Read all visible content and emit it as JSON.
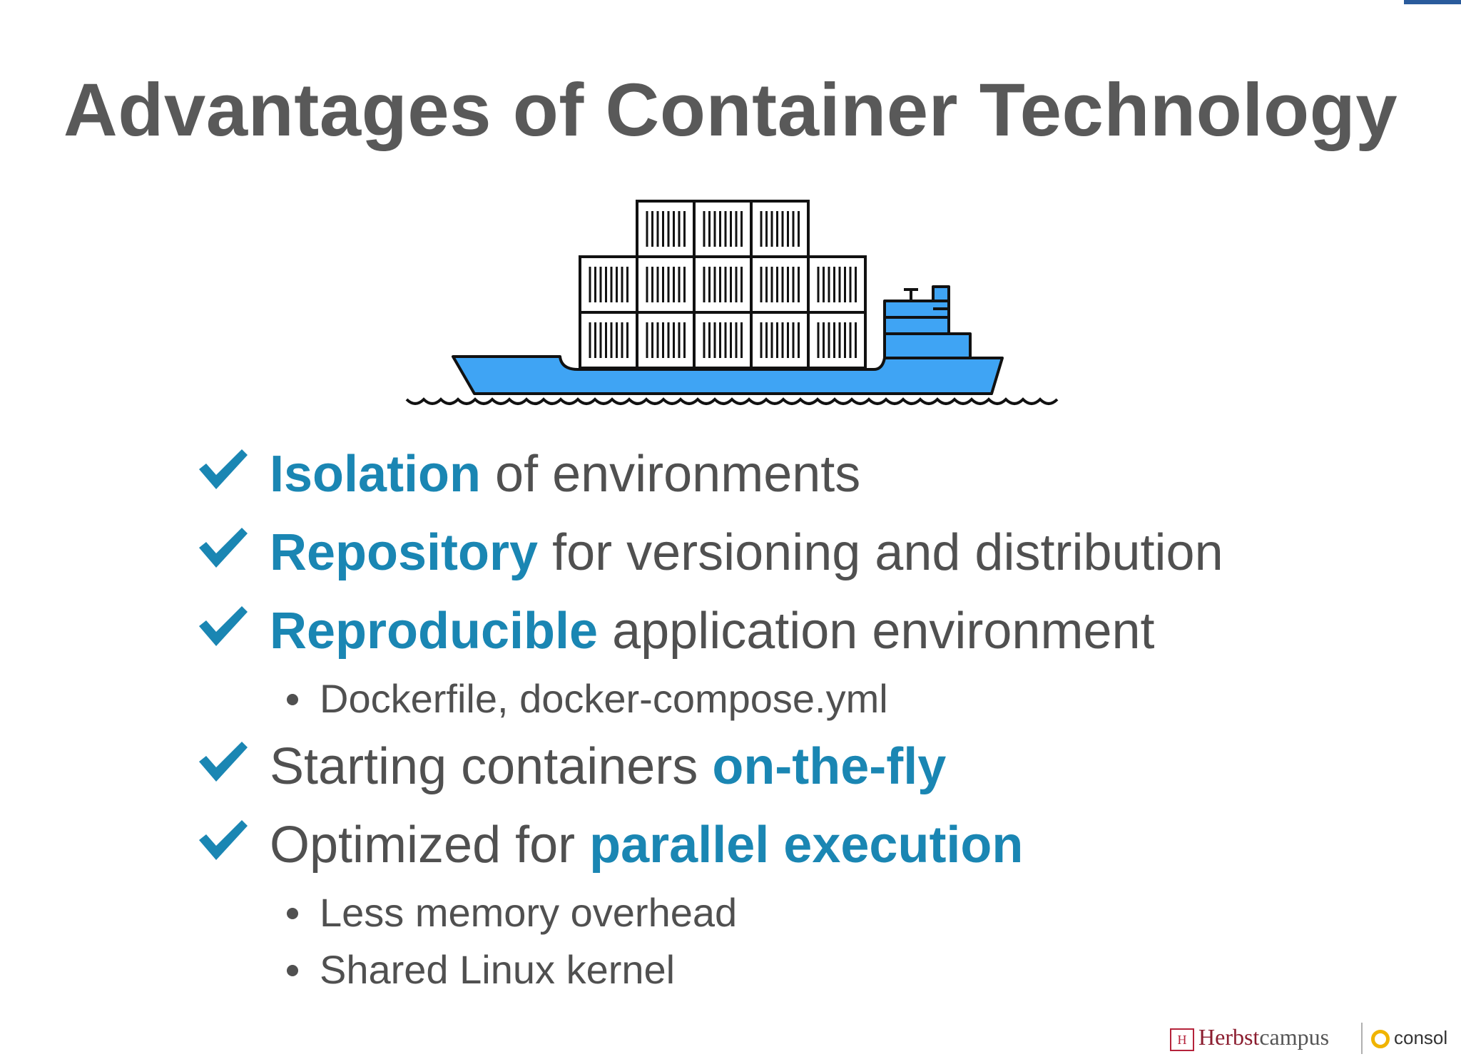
{
  "slide": {
    "title": "Advantages of Container Technology"
  },
  "illustration": {
    "icon": "container-ship-icon",
    "hull_color": "#3fa4f4"
  },
  "accent_color": "#1a86b3",
  "text_color": "#505050",
  "bullets": [
    {
      "highlight": "Isolation",
      "rest": " of environments"
    },
    {
      "highlight": "Repository",
      "rest": " for versioning and distribution"
    },
    {
      "highlight": "Reproducible",
      "rest": " application environment",
      "sub": [
        "Dockerfile, docker-compose.yml"
      ]
    },
    {
      "lead": "Starting containers ",
      "highlight": "on-the-fly"
    },
    {
      "lead": "Optimized for ",
      "highlight": "parallel execution",
      "sub": [
        "Less memory overhead",
        "Shared Linux kernel"
      ]
    }
  ],
  "footer": {
    "logo_herbstcampus": {
      "mark": "H",
      "part1": "Herbst",
      "part2": "campus"
    },
    "logo_consol": "consol"
  }
}
